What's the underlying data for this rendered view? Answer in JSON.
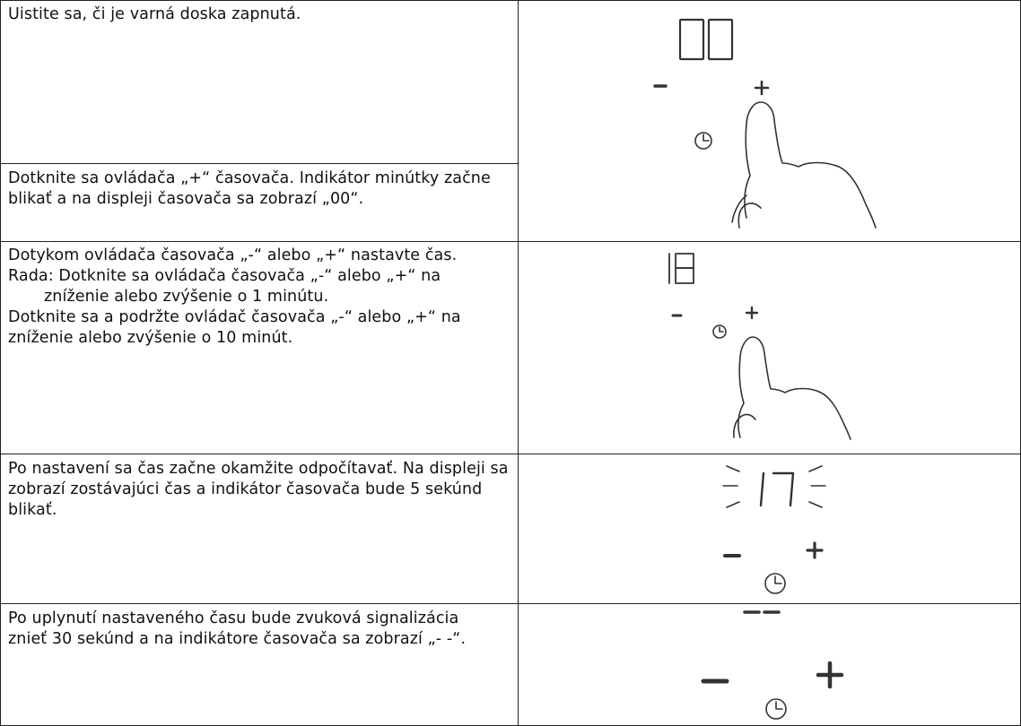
{
  "rows": [
    {
      "text_top": "Uistite sa, či je varná doska zapnutá.",
      "text_bottom": "Dotknite sa ovládača „+“ časovača. Indikátor minútky začne blikať a na displeji časovača sa zobrazí „00“.",
      "figure": {
        "display": "00",
        "minus": "-",
        "plus": "+",
        "icon": "clock-icon",
        "shows_finger": true
      }
    },
    {
      "lines": [
        "Dotykom ovládača časovača „-“ alebo „+“ nastavte čas.",
        "Rada: Dotknite sa ovládača časovača „-“ alebo „+“ na zníženie alebo zvýšenie o 1 minútu.",
        "Dotknite sa a podržte ovládač časovača „-“ alebo „+“ na zníženie alebo zvýšenie o 10 minút."
      ],
      "figure": {
        "display": "18",
        "minus": "-",
        "plus": "+",
        "icon": "clock-icon",
        "shows_finger": true
      }
    },
    {
      "text": "Po nastavení sa čas začne okamžite odpočítavať. Na displeji sa zobrazí zostávajúci čas a indikátor časovača bude 5 sekúnd blikať.",
      "figure": {
        "display": "17",
        "minus": "-",
        "plus": "+",
        "icon": "clock-icon",
        "blinking": true
      }
    },
    {
      "text": "Po uplynutí nastaveného času bude zvuková signalizácia znieť 30 sekúnd a na indikátore časovača sa zobrazí „- -“.",
      "figure": {
        "display": "- -",
        "minus": "-",
        "plus": "+",
        "icon": "clock-icon"
      }
    }
  ]
}
